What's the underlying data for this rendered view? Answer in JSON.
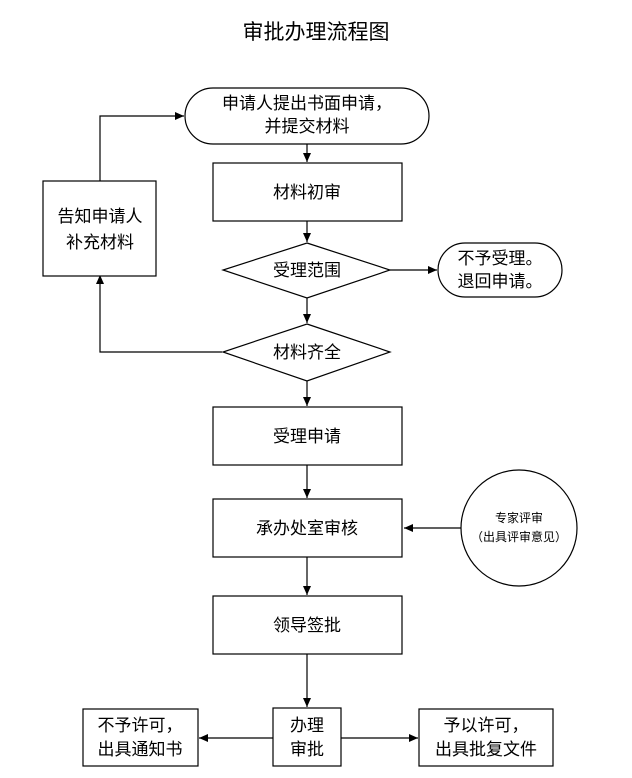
{
  "title": "审批办理流程图",
  "nodes": {
    "submit": {
      "lines": [
        "申请人提出书面申请，",
        "并提交材料"
      ]
    },
    "initial_review": {
      "lines": [
        "材料初审"
      ]
    },
    "notify": {
      "lines": [
        "告知申请人",
        "补充材料"
      ]
    },
    "scope": {
      "lines": [
        "受理范围"
      ]
    },
    "reject": {
      "lines": [
        "不予受理。",
        "退回申请。"
      ]
    },
    "complete": {
      "lines": [
        "材料齐全"
      ]
    },
    "accept": {
      "lines": [
        "受理申请"
      ]
    },
    "dept_review": {
      "lines": [
        "承办处室审核"
      ]
    },
    "expert": {
      "lines": [
        "专家评审",
        "（出具评审意见）"
      ]
    },
    "leader": {
      "lines": [
        "领导签批"
      ]
    },
    "process": {
      "lines": [
        "办理",
        "审批"
      ]
    },
    "deny": {
      "lines": [
        "不予许可，",
        "出具通知书"
      ]
    },
    "grant": {
      "lines": [
        "予以许可，",
        "出具批复文件"
      ]
    }
  }
}
